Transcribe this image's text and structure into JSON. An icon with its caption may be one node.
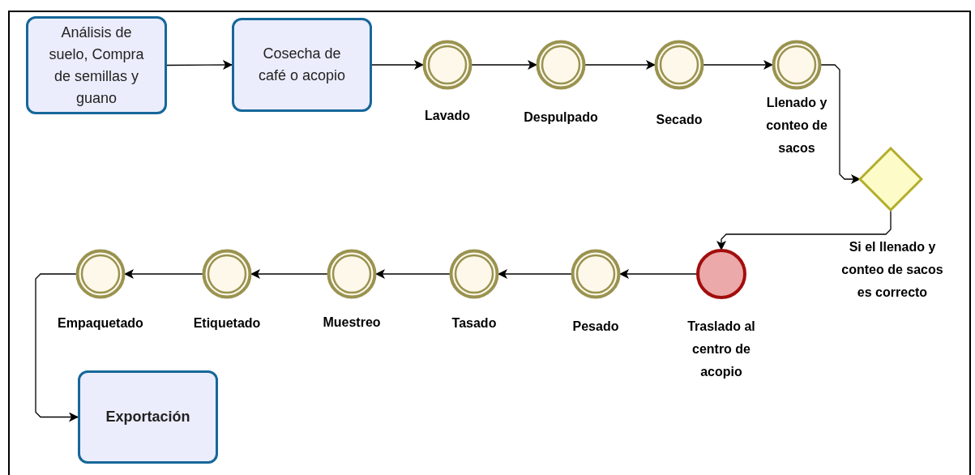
{
  "diagram": {
    "nodes": [
      {
        "text": [
          "Análisis de suelo, Compra de semillas y guano"
        ]
      },
      {
        "text": [
          "Cosecha de café o acopio"
        ]
      },
      {
        "text": [
          "Lavado"
        ]
      },
      {
        "text": [
          "Despulpado"
        ]
      },
      {
        "text": [
          "Secado"
        ]
      },
      {
        "text": [
          "Llenado y conteo de sacos"
        ]
      },
      {
        "text": [],
        "shape": "diamond",
        "beside": [
          "Si el llenado y conteo de sacos es correcto"
        ]
      },
      {
        "text": [
          "Traslado al centro de acopio"
        ]
      },
      {
        "text": [
          "Pesado"
        ]
      },
      {
        "text": [
          "Tasado"
        ]
      },
      {
        "text": [
          "Muestreo"
        ]
      },
      {
        "text": [
          "Etiquetado"
        ]
      },
      {
        "text": [
          "Empaquetado"
        ]
      },
      {
        "text": [
          "Exportación"
        ]
      }
    ],
    "edges": [
      {
        "from": 0,
        "to": 1,
        "arrow": "to"
      },
      {
        "from": 1,
        "to": 2,
        "arrow": "to"
      },
      {
        "from": 2,
        "to": 3,
        "arrow": "to"
      },
      {
        "from": 3,
        "to": 4,
        "arrow": "to"
      },
      {
        "from": 4,
        "to": 5,
        "arrow": "to"
      },
      {
        "from": 5,
        "to": 6,
        "arrow": "to"
      },
      {
        "from": 6,
        "to": 7,
        "arrow": "to"
      },
      {
        "from": 7,
        "to": 8,
        "arrow": "to"
      },
      {
        "from": 8,
        "to": 9,
        "arrow": "to"
      },
      {
        "from": 9,
        "to": 10,
        "arrow": "to"
      },
      {
        "from": 10,
        "to": 11,
        "arrow": "to"
      },
      {
        "from": 11,
        "to": 12,
        "arrow": "to"
      },
      {
        "from": 12,
        "to": 13,
        "arrow": "to"
      }
    ]
  }
}
